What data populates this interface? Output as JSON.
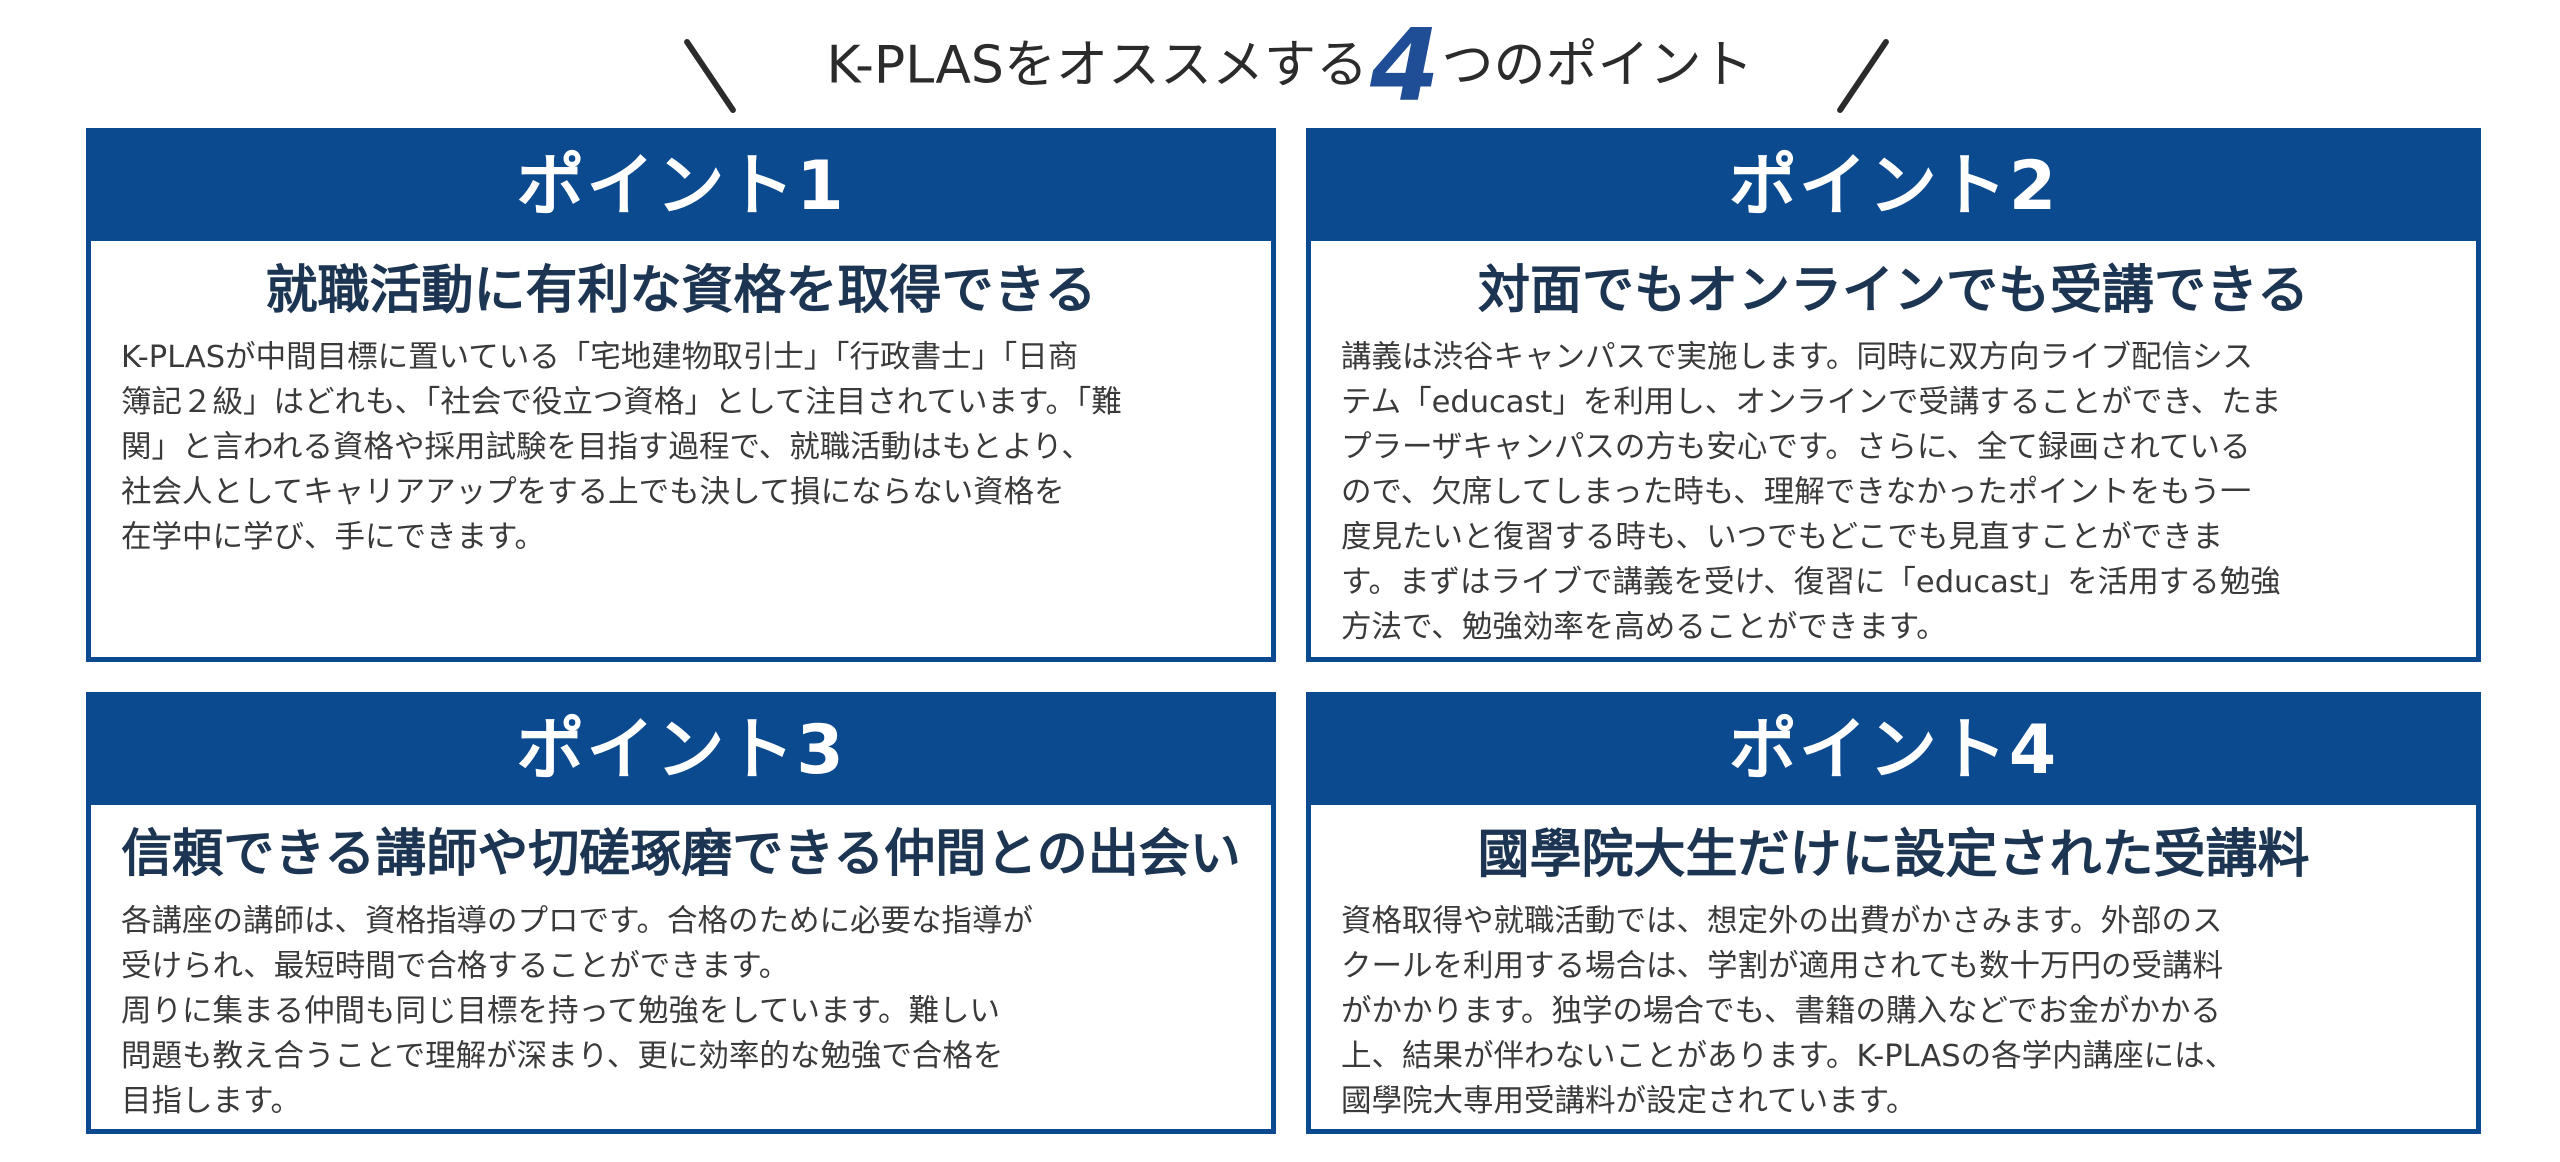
{
  "headline": {
    "pre": "K-PLASをオススメする",
    "number": "4",
    "post": "つのポイント"
  },
  "colors": {
    "brand_blue": "#0b4a8f",
    "number_blue": "#1f4e96",
    "subtitle_navy": "#1c3552"
  },
  "points": [
    {
      "label": "ポイント1",
      "title": "就職活動に有利な資格を取得できる",
      "body": "K-PLASが中間目標に置いている「宅地建物取引士」「行政書士」「日商\n簿記２級」はどれも、「社会で役立つ資格」として注目されています。「難\n関」と言われる資格や採用試験を目指す過程で、就職活動はもとより、\n社会人としてキャリアアップをする上でも決して損にならない資格を\n在学中に学び、手にできます。"
    },
    {
      "label": "ポイント2",
      "title": "対面でもオンラインでも受講できる",
      "body": "講義は渋谷キャンパスで実施します。同時に双方向ライブ配信シス\nテム「educast」を利用し、オンラインで受講することができ、たま\nプラーザキャンパスの方も安心です。さらに、全て録画されている\nので、欠席してしまった時も、理解できなかったポイントをもう一\n度見たいと復習する時も、いつでもどこでも見直すことができま\nす。まずはライブで講義を受け、復習に「educast」を活用する勉強\n方法で、勉強効率を高めることができます。"
    },
    {
      "label": "ポイント3",
      "title": "信頼できる講師や切磋琢磨できる仲間との出会い",
      "body": "各講座の講師は、資格指導のプロです。合格のために必要な指導が\n受けられ、最短時間で合格することができます。\n周りに集まる仲間も同じ目標を持って勉強をしています。難しい\n問題も教え合うことで理解が深まり、更に効率的な勉強で合格を\n目指します。"
    },
    {
      "label": "ポイント4",
      "title": "國學院大生だけに設定された受講料",
      "body": "資格取得や就職活動では、想定外の出費がかさみます。外部のス\nクールを利用する場合は、学割が適用されても数十万円の受講料\nがかかります。独学の場合でも、書籍の購入などでお金がかかる\n上、結果が伴わないことがあります。K-PLASの各学内講座には、\n國學院大専用受講料が設定されています。"
    }
  ]
}
